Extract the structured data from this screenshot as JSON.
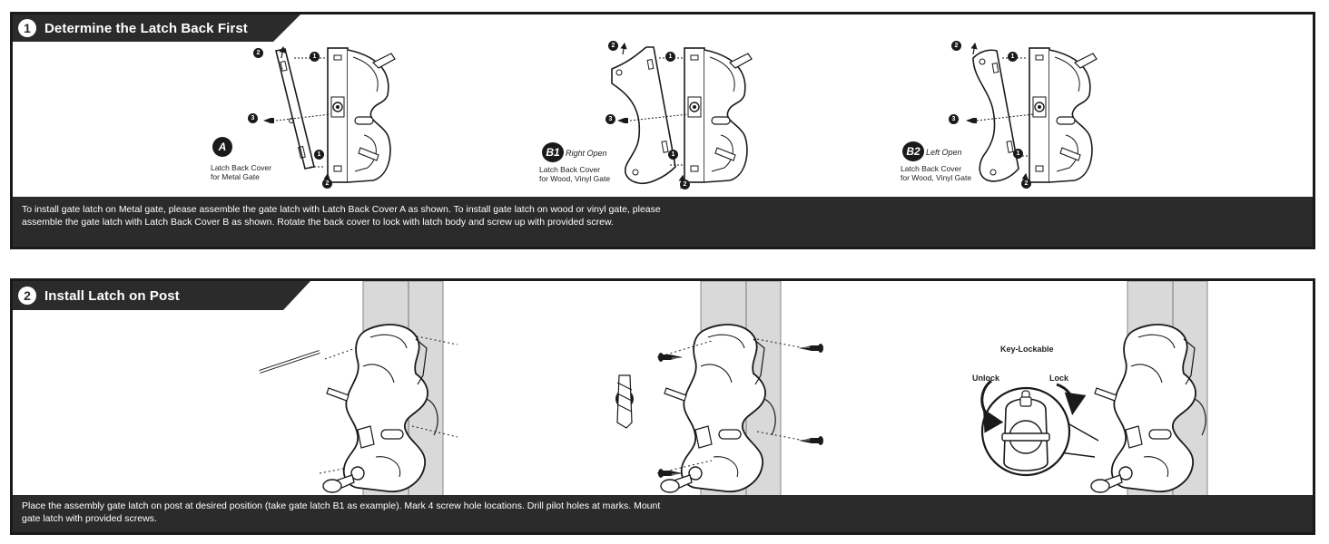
{
  "step1": {
    "number": "1",
    "title": "Determine the Latch Back First",
    "caption": "To install gate latch on Metal gate, please assemble the gate latch with Latch Back Cover A as shown. To install gate latch on wood or vinyl gate, please assemble the gate latch with Latch Back Cover B as shown. Rotate the back cover to lock with latch body and screw up with provided screw.",
    "covers": [
      {
        "letter": "A",
        "direction": "",
        "line1": "Latch Back Cover",
        "line2": "for Metal Gate"
      },
      {
        "letter": "B1",
        "direction": "Right Open",
        "line1": "Latch Back Cover",
        "line2": "for Wood, Vinyl Gate"
      },
      {
        "letter": "B2",
        "direction": "Left Open",
        "line1": "Latch Back Cover",
        "line2": "for Wood, Vinyl Gate"
      }
    ],
    "callouts": [
      "1",
      "2",
      "3"
    ]
  },
  "step2": {
    "number": "2",
    "title": "Install Latch on Post",
    "caption": "Place the assembly gate latch on post at desired position (take gate latch B1 as example). Mark 4 screw hole locations. Drill pilot holes at marks.  Mount gate latch with provided screws.",
    "key_lockable": "Key-Lockable",
    "unlock": "Unlock",
    "lock": "Lock"
  }
}
